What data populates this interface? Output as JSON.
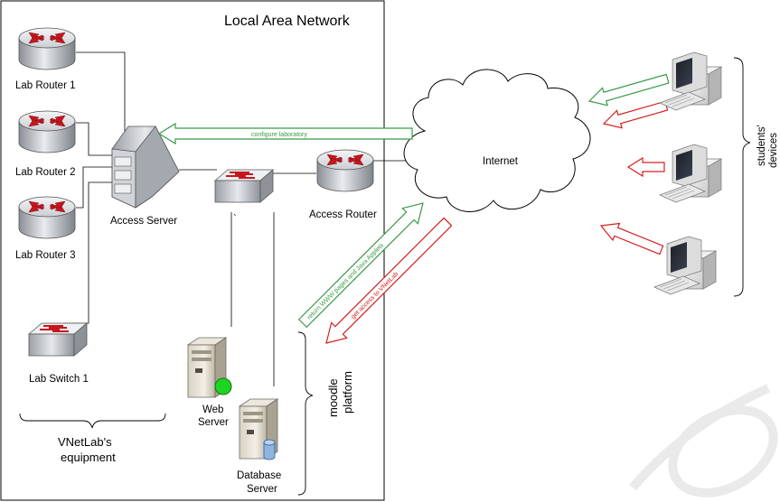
{
  "lan": {
    "title": "Local Area Network"
  },
  "devices": {
    "lab_router_1": "Lab Router 1",
    "lab_router_2": "Lab Router 2",
    "lab_router_3": "Lab Router 3",
    "lab_switch_1": "Lab Switch 1",
    "access_server": "Access Server",
    "access_router": "Access Router",
    "switch_mark": "`",
    "web_server": [
      "Web",
      "Server"
    ],
    "database_server": [
      "Database",
      "Server"
    ],
    "internet": "Internet"
  },
  "groups": {
    "vnetlab": [
      "VNetLab's",
      "equipment"
    ],
    "moodle": [
      "moodle",
      "platform"
    ],
    "students": [
      "students'",
      "devices"
    ]
  },
  "arrows": {
    "configure": "configure laboratory",
    "return": "return WWW pages and Java Applets",
    "access": "get access to VNetLab"
  },
  "colors": {
    "green": "#3a9a4a",
    "red": "#d42020",
    "router": "#c8161d"
  }
}
